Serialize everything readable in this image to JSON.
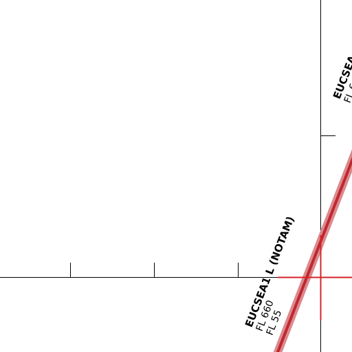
{
  "colors": {
    "background": "#ffffff",
    "grid_line": "#000000",
    "airway": "#c1272d",
    "airway_halo": "#d98a8f",
    "marker": "#d6232a"
  },
  "airways": [
    {
      "name": "EUCSEA1 L (NOTAM)",
      "upper": "FL 660",
      "lower": "FL 55"
    },
    {
      "name": "EUCSEA",
      "upper": "FL 6"
    }
  ]
}
